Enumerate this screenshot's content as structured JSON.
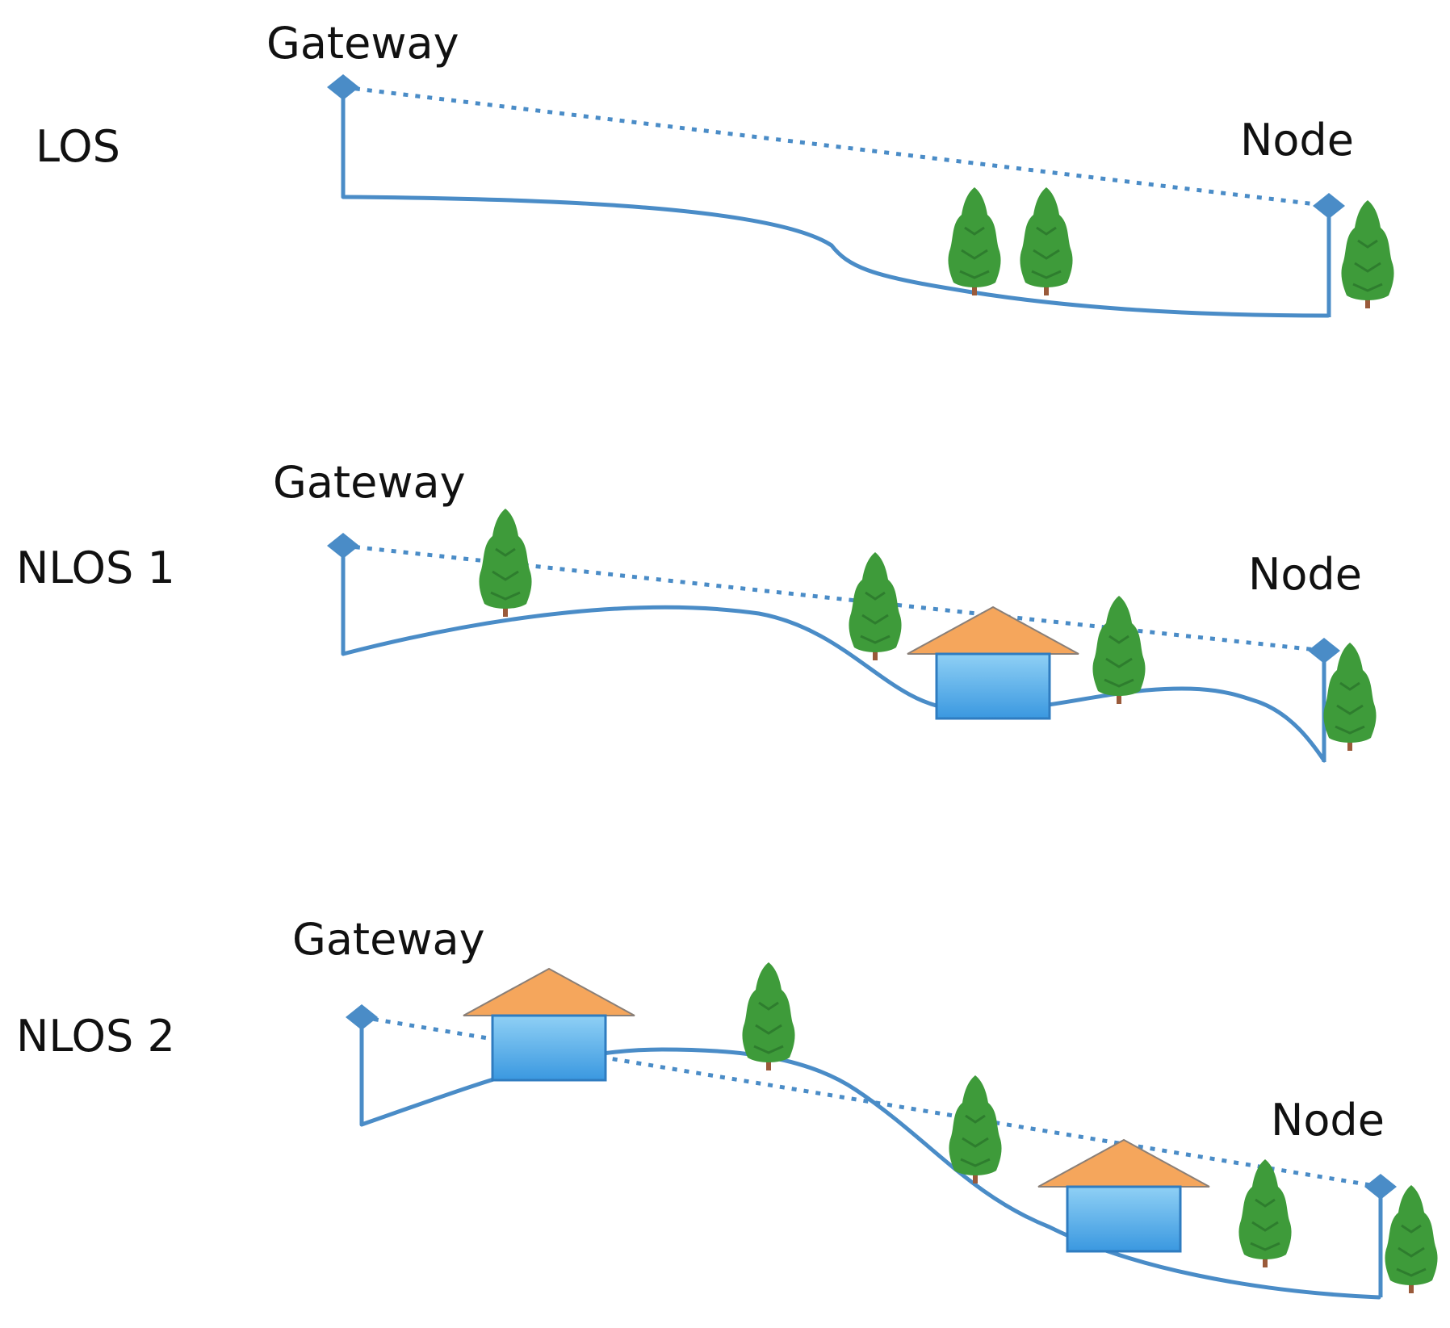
{
  "colors": {
    "line": "#4a8cc7",
    "tree_foliage": "#3e9b3a",
    "tree_foliage_dark": "#2e7d2e",
    "tree_trunk": "#9a5a3a",
    "roof": "#f5a65c",
    "house_wall_top": "#8fd0f5",
    "house_wall_bottom": "#3a98e0"
  },
  "icons": {
    "tree": "tree-icon",
    "house": "house-icon",
    "antenna": "antenna-icon"
  },
  "scenarios": [
    {
      "id": "los",
      "scenario_label": "LOS",
      "gateway_label": "Gateway",
      "node_label": "Node",
      "obstacles": [
        "tree",
        "tree",
        "tree"
      ]
    },
    {
      "id": "nlos1",
      "scenario_label": "NLOS 1",
      "gateway_label": "Gateway",
      "node_label": "Node",
      "obstacles": [
        "tree",
        "tree",
        "house",
        "tree",
        "tree"
      ]
    },
    {
      "id": "nlos2",
      "scenario_label": "NLOS 2",
      "gateway_label": "Gateway",
      "node_label": "Node",
      "obstacles": [
        "house",
        "tree",
        "tree",
        "house",
        "tree",
        "tree"
      ]
    }
  ]
}
